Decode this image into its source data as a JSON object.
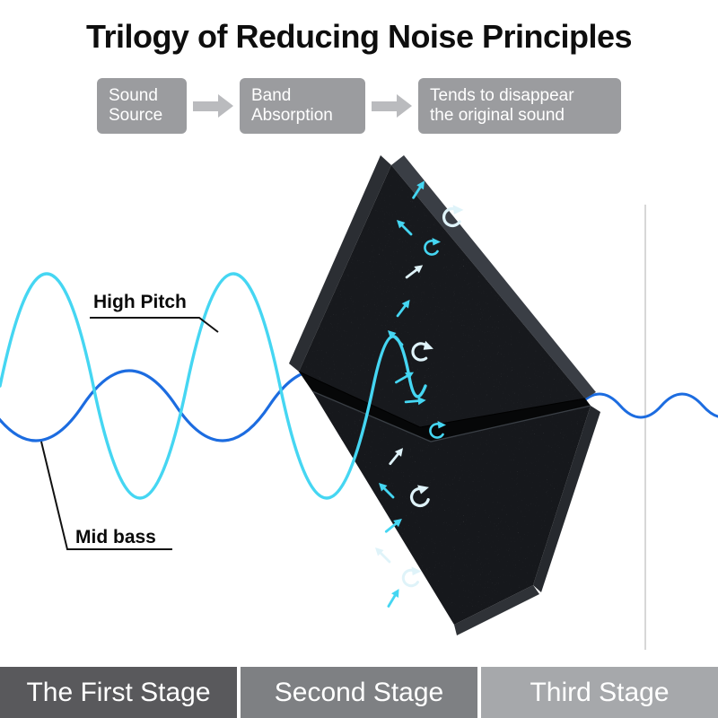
{
  "title": "Trilogy of Reducing Noise Principles",
  "flow_steps": [
    {
      "line1": "Sound",
      "line2": "Source"
    },
    {
      "line1": "Band",
      "line2": "Absorption"
    },
    {
      "line1": "Tends to disappear",
      "line2": "the original sound"
    }
  ],
  "wave_labels": {
    "high_pitch": "High Pitch",
    "mid_bass": "Mid bass"
  },
  "stages": [
    {
      "label": "The First Stage",
      "color": "#59595c"
    },
    {
      "label": "Second Stage",
      "color": "#7e8083"
    },
    {
      "label": "Third Stage",
      "color": "#a6a8ab"
    }
  ],
  "icons": {
    "flow_arrow_icon": "➔",
    "sound_bounce_arrow_icon": "↗",
    "absorption_swirl_icon": "↺"
  },
  "colors": {
    "wave_high_pitch": "#45d6f2",
    "wave_mid_bass": "#1c6ce0",
    "panel": "#17191d",
    "flow_box_bg": "#9b9c9f",
    "flow_arrow": "#babbbe",
    "title_text": "#0e0e0e"
  }
}
